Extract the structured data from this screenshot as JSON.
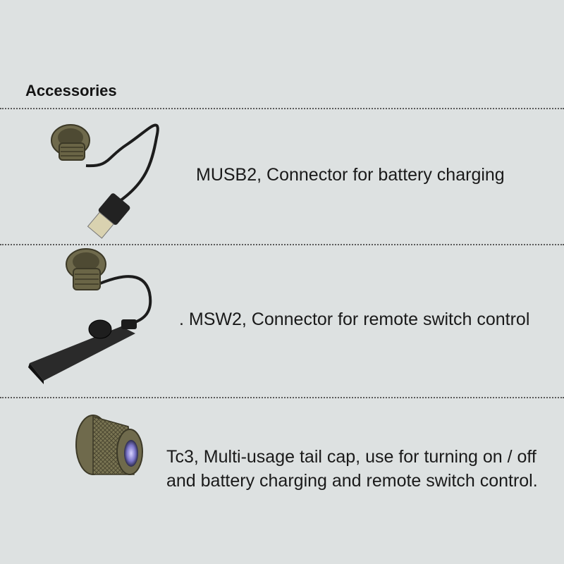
{
  "heading": "Accessories",
  "items": [
    {
      "lines": [
        "MUSB2,  Connector for battery charging"
      ],
      "icon": "usb-charging-cable-icon"
    },
    {
      "lines": [
        ".  MSW2, Connector for remote switch control"
      ],
      "icon": "remote-pressure-switch-icon"
    },
    {
      "lines": [
        "Tc3, Multi-usage tail cap, use for turning on / off",
        "and battery charging and remote switch control."
      ],
      "icon": "tail-cap-icon"
    }
  ],
  "colors": {
    "background": "#dde1e1",
    "connector": "#6f6a4c",
    "cable": "#1c1c1c",
    "lens": "#7a74c8"
  }
}
